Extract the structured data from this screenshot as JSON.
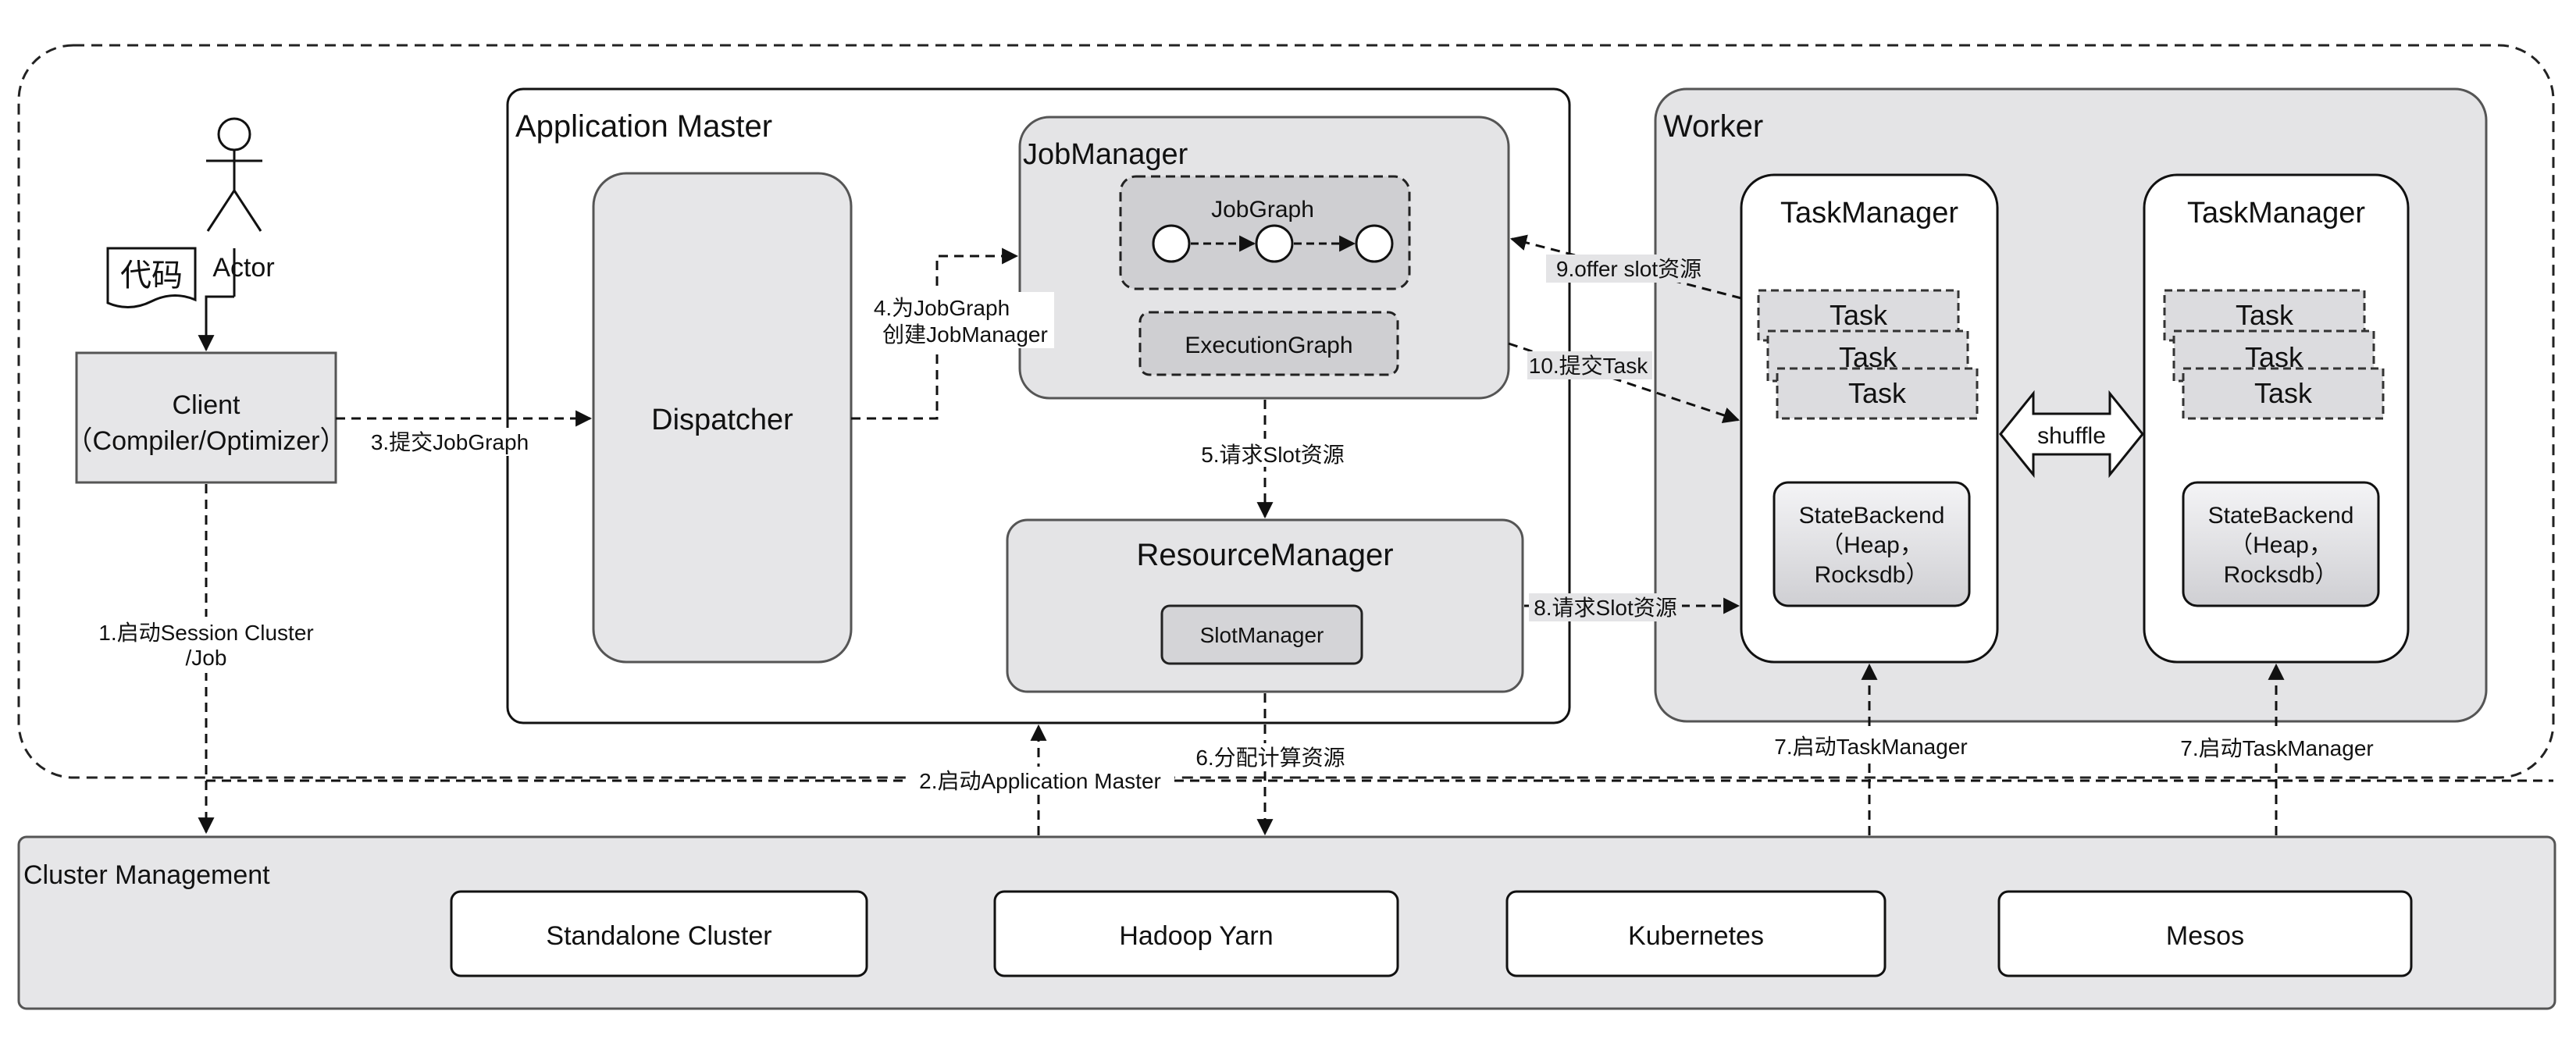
{
  "actor": {
    "name": "Actor",
    "code_doc": "代码"
  },
  "client": {
    "line1": "Client",
    "line2": "（Compiler/Optimizer）"
  },
  "application_master": {
    "title": "Application Master",
    "dispatcher": "Dispatcher",
    "jobmanager": {
      "title": "JobManager",
      "jobgraph": "JobGraph",
      "executiongraph": "ExecutionGraph"
    },
    "resourcemanager": {
      "title": "ResourceManager",
      "slotmanager": "SlotManager"
    }
  },
  "worker": {
    "title": "Worker",
    "taskmanagers": [
      {
        "title": "TaskManager",
        "tasks": [
          "Task",
          "Task",
          "Task"
        ],
        "state_backend": [
          "StateBackend",
          "（Heap，",
          "Rocksdb）"
        ]
      },
      {
        "title": "TaskManager",
        "tasks": [
          "Task",
          "Task",
          "Task"
        ],
        "state_backend": [
          "StateBackend",
          "（Heap，",
          "Rocksdb）"
        ]
      }
    ],
    "shuffle": "shuffle"
  },
  "cluster_management": {
    "title": "Cluster Management",
    "options": [
      "Standalone Cluster",
      "Hadoop Yarn",
      "Kubernetes",
      "Mesos"
    ]
  },
  "edges": {
    "e1": [
      "1.启动Session Cluster",
      "/Job"
    ],
    "e2": "2.启动Application Master",
    "e3": "3.提交JobGraph",
    "e4": [
      "4.为JobGraph",
      "创建JobManager"
    ],
    "e5": "5.请求Slot资源",
    "e6": "6.分配计算资源",
    "e7a": "7.启动TaskManager",
    "e7b": "7.启动TaskManager",
    "e8": "8.请求Slot资源",
    "e9": "9.offer slot资源",
    "e10": "10.提交Task"
  },
  "colors": {
    "box_fill": "#e6e6e8",
    "box_stroke": "#555555",
    "task_fill": "#dcdcdf"
  }
}
